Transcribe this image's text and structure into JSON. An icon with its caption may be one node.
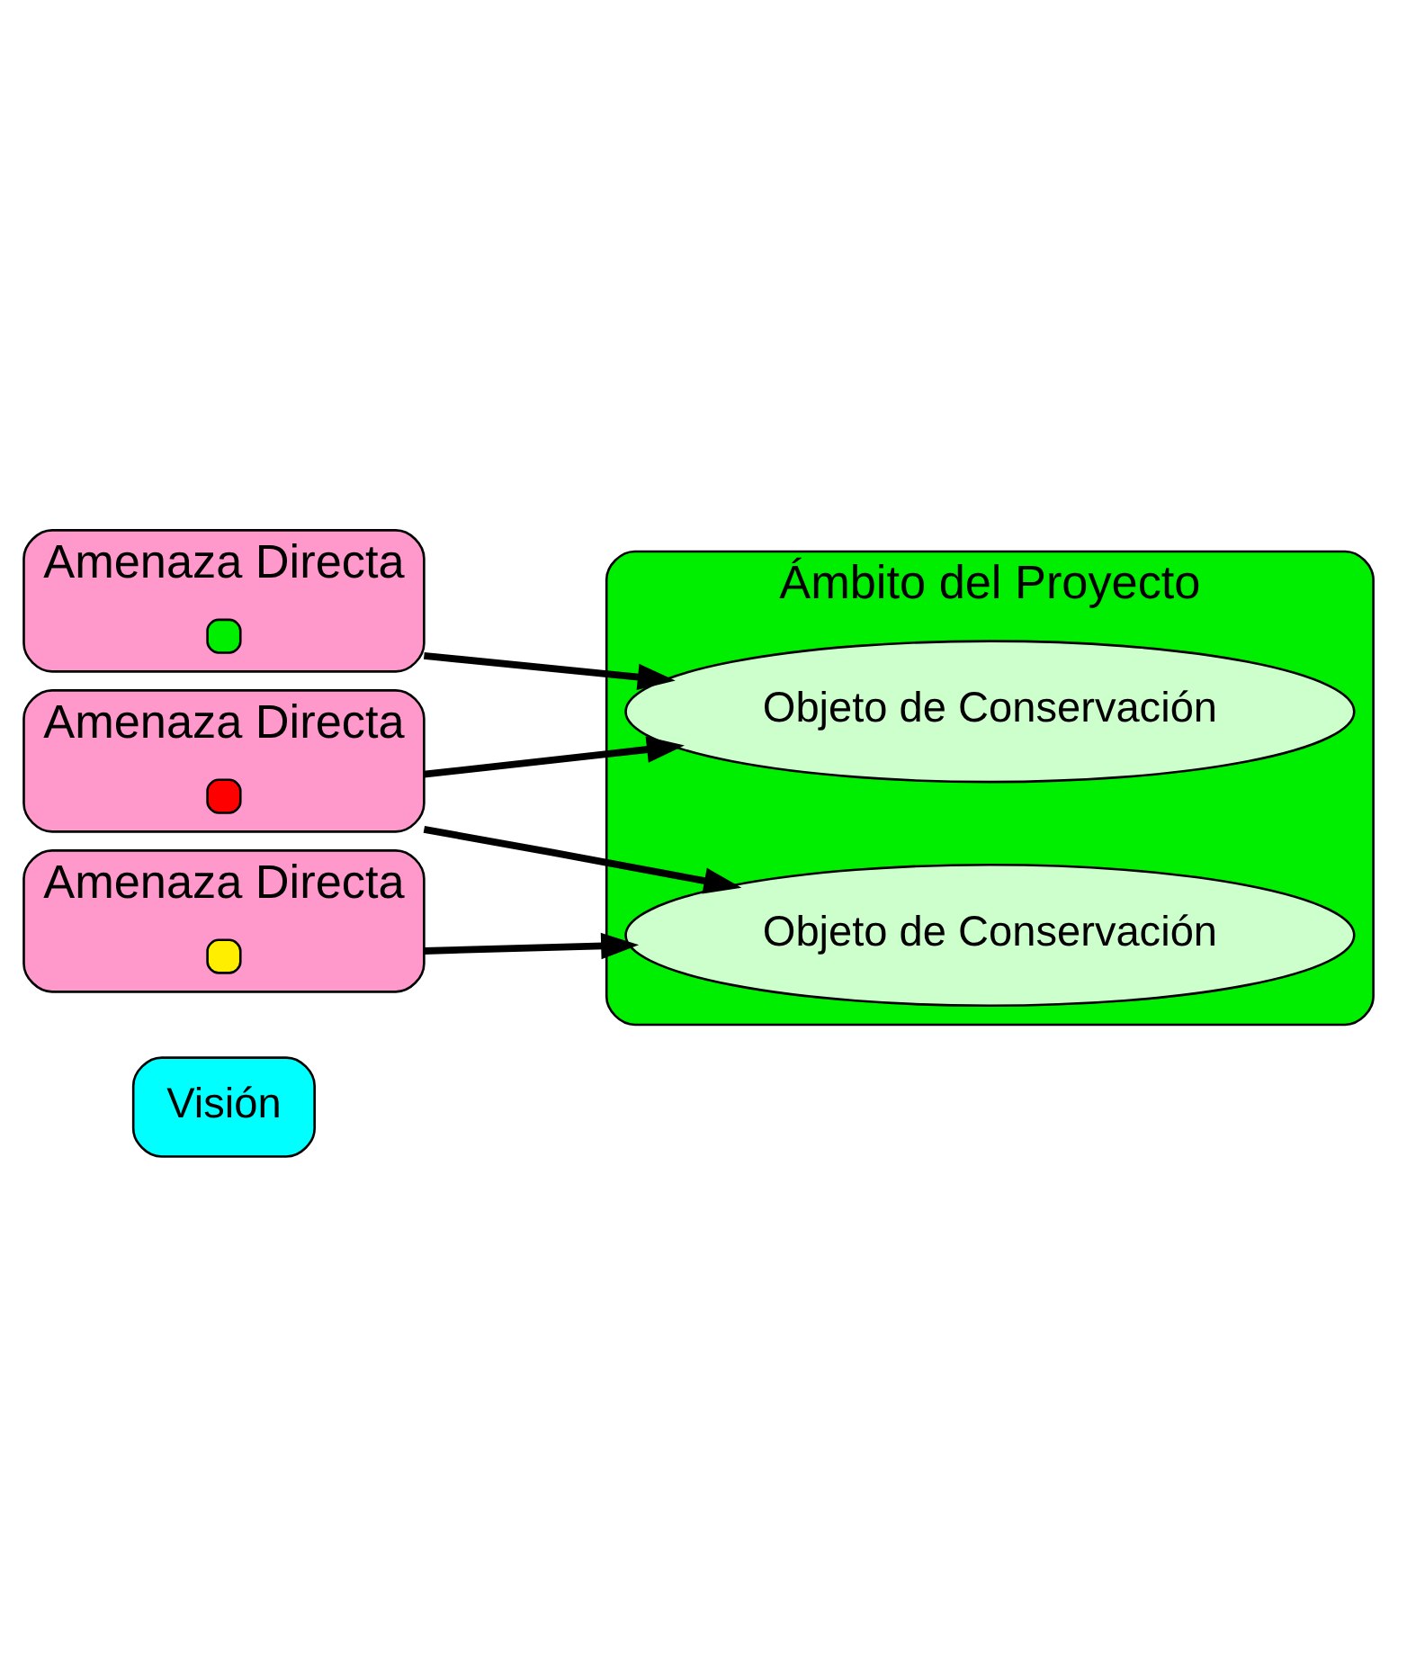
{
  "diagram": {
    "nodes": [
      {
        "text": [
          "Visión"
        ]
      },
      {
        "text": [
          "Ámbito del Proyecto"
        ]
      },
      {
        "text": [
          "Objeto de Conservación"
        ],
        "in": 1
      },
      {
        "text": [
          "Objeto de Conservación"
        ],
        "in": 1
      },
      {
        "text": [
          "Amenaza Directa"
        ]
      },
      {
        "text": [],
        "shape": "box",
        "in": 4
      },
      {
        "text": [
          "Amenaza Directa"
        ]
      },
      {
        "text": [],
        "shape": "box",
        "in": 6
      },
      {
        "text": [
          "Amenaza Directa"
        ]
      },
      {
        "text": [],
        "shape": "box",
        "in": 8
      }
    ],
    "edges": [
      {
        "from": 4,
        "to": 2,
        "arrow": "to"
      },
      {
        "from": 6,
        "to": 2,
        "arrow": "to"
      },
      {
        "from": 6,
        "to": 3,
        "arrow": "to"
      },
      {
        "from": 8,
        "to": 3,
        "arrow": "to"
      }
    ]
  }
}
